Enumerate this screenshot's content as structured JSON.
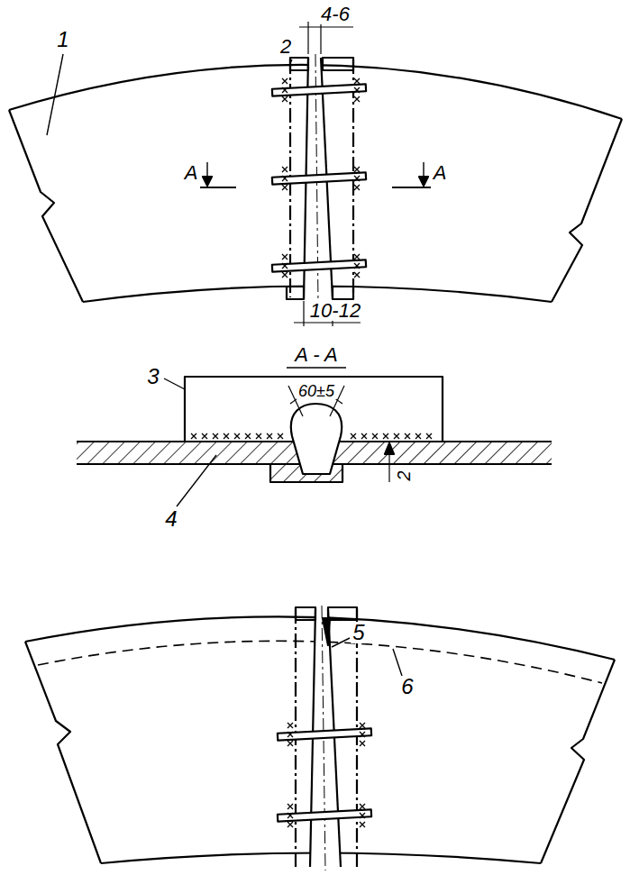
{
  "diagram": {
    "labels": [
      "4-6",
      "2",
      "1",
      "A",
      "A",
      "10-12",
      "A - A",
      "3",
      "60±5",
      "4",
      "2",
      "5",
      "6"
    ]
  }
}
